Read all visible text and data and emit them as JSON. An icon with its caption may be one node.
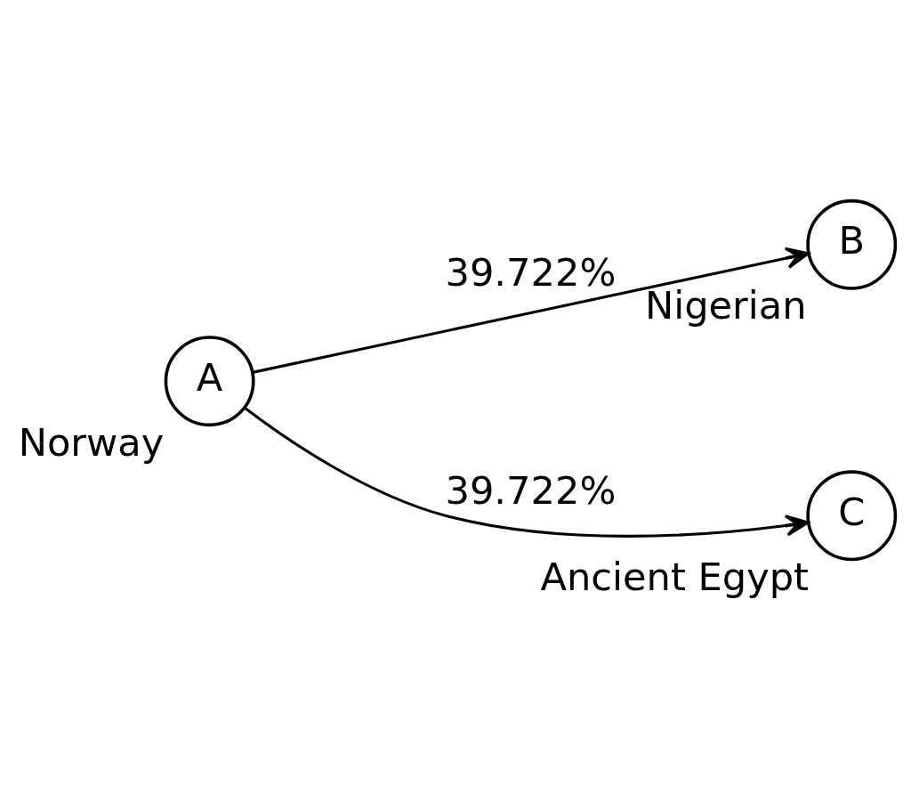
{
  "diagram": {
    "nodes": [
      {
        "text": [
          "A"
        ],
        "beside": [
          "Norway"
        ]
      },
      {
        "text": [
          "B"
        ],
        "beside": [
          "Nigerian"
        ]
      },
      {
        "text": [
          "C"
        ],
        "beside": [
          "Ancient Egypt"
        ]
      }
    ],
    "edges": [
      {
        "from": 0,
        "to": 1,
        "arrow": "to",
        "label": "39.722%"
      },
      {
        "from": 0,
        "to": 2,
        "arrow": "to",
        "label": "39.722%"
      }
    ]
  }
}
